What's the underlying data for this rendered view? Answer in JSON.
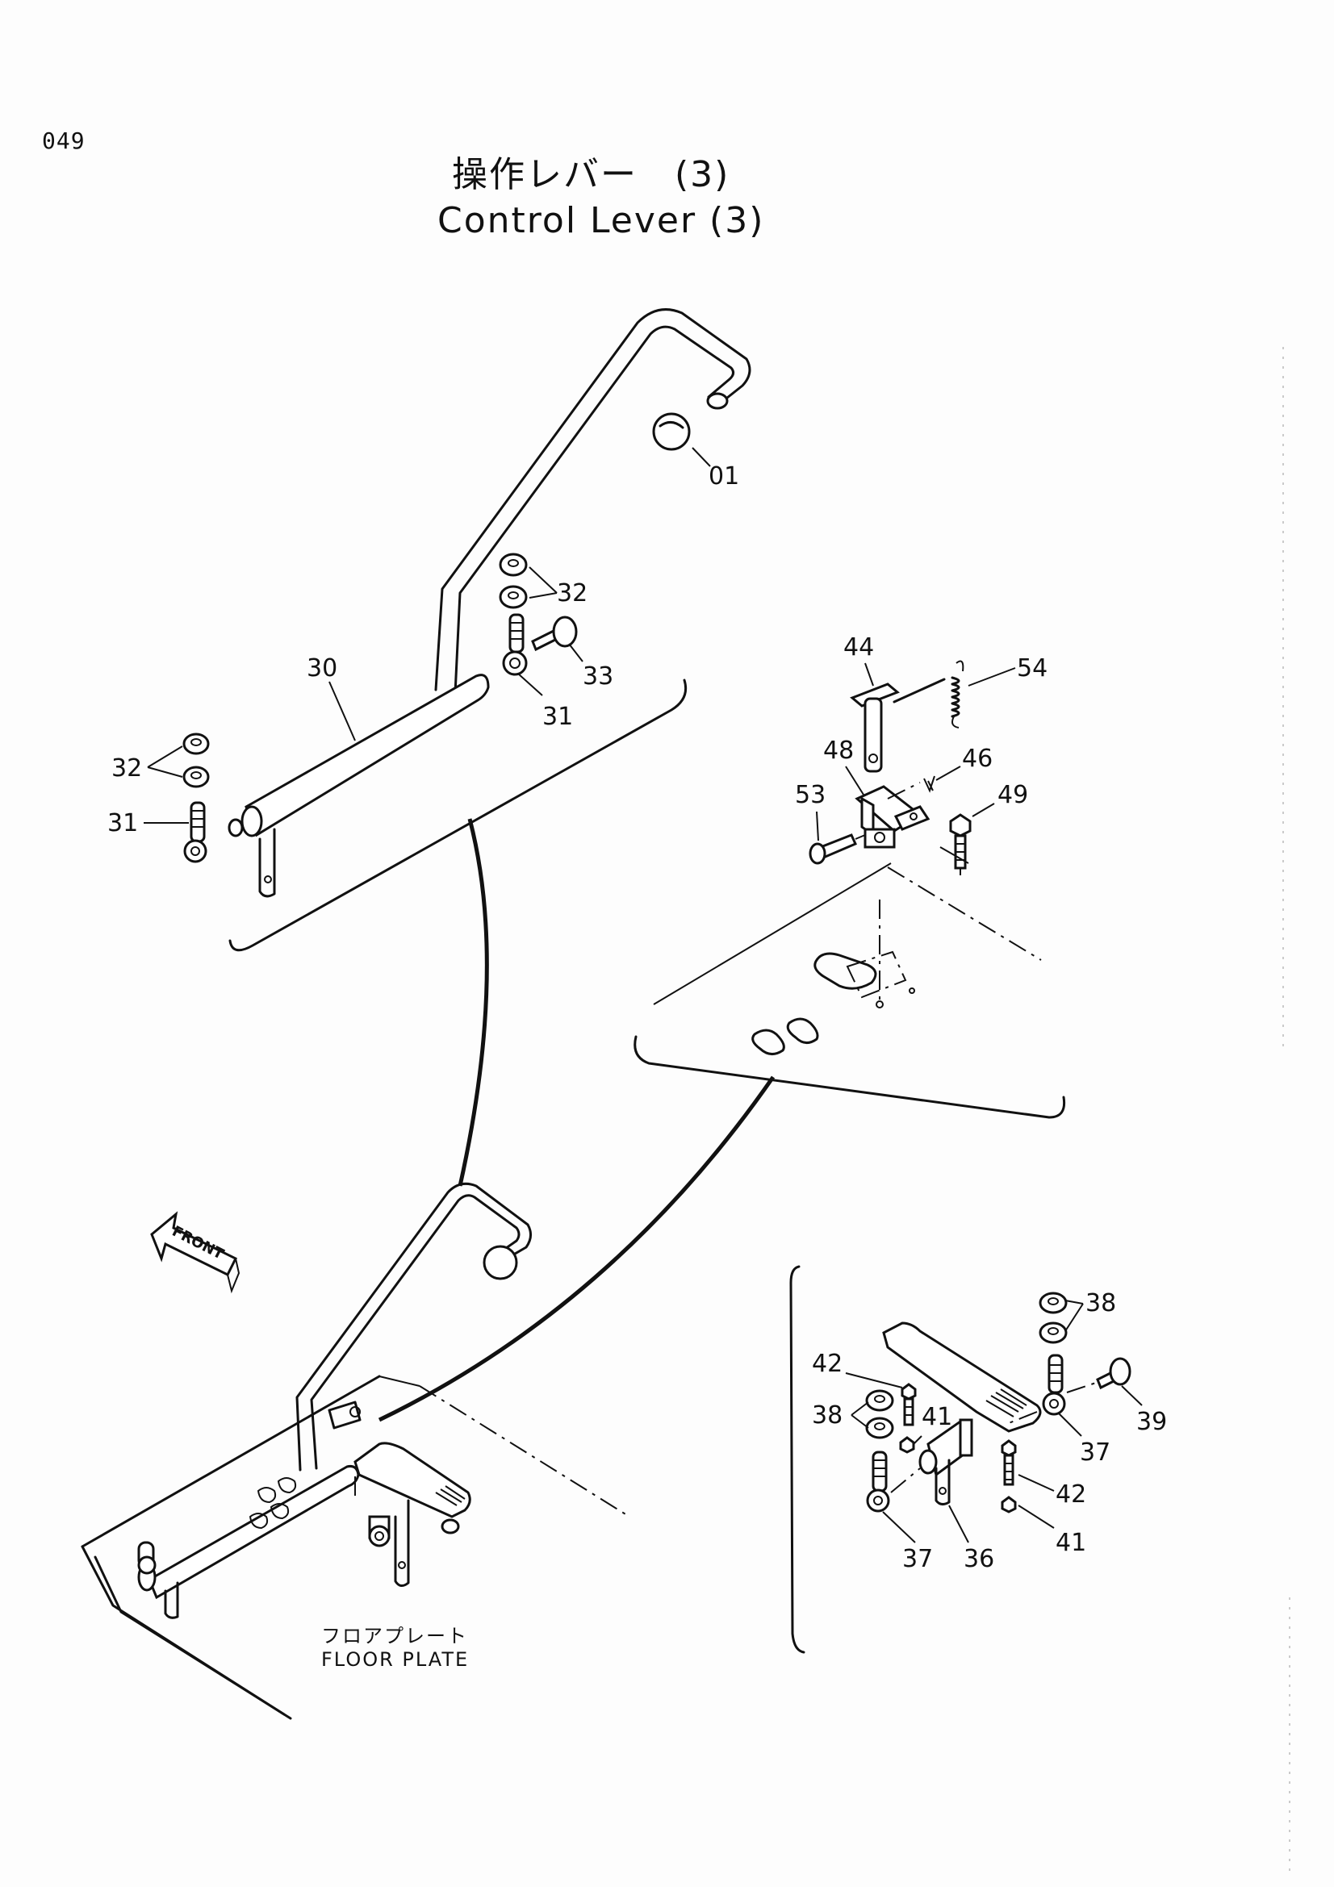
{
  "page_number": "049",
  "title": {
    "jp": "操作レバー　(3)",
    "en": "Control Lever (3)"
  },
  "front_label": "FRONT",
  "floor_plate": {
    "jp": "フロアプレート",
    "en": "FLOOR PLATE"
  },
  "callouts": {
    "c01": "01",
    "c30": "30",
    "c31a": "31",
    "c31b": "31",
    "c32a": "32",
    "c32b": "32",
    "c33": "33",
    "c36": "36",
    "c37a": "37",
    "c37b": "37",
    "c38a": "38",
    "c38b": "38",
    "c39": "39",
    "c41a": "41",
    "c41b": "41",
    "c42a": "42",
    "c42b": "42",
    "c44": "44",
    "c46": "46",
    "c48": "48",
    "c49": "49",
    "c53": "53",
    "c54": "54"
  }
}
